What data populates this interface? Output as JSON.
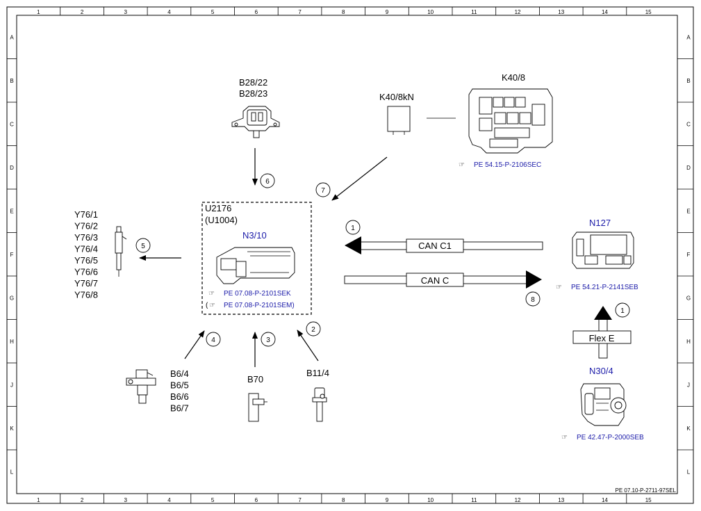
{
  "grid": {
    "columns": [
      "1",
      "2",
      "3",
      "4",
      "5",
      "6",
      "7",
      "8",
      "9",
      "10",
      "11",
      "12",
      "13",
      "14",
      "15"
    ],
    "rows": [
      "A",
      "B",
      "C",
      "D",
      "E",
      "F",
      "G",
      "H",
      "J",
      "K",
      "L"
    ]
  },
  "components": {
    "b28": {
      "label1": "B28/22",
      "label2": "B28/23"
    },
    "k40_8kn": {
      "label": "K40/8kN"
    },
    "k40_8": {
      "label": "K40/8",
      "ref": "PE 54.15-P-2106SEC"
    },
    "u2176": {
      "label1": "U2176",
      "label2": "(U1004)",
      "name": "N3/10",
      "ref1": "PE 07.08-P-2101SEK",
      "ref2": "PE 07.08-P-2101SEM)",
      "ref2_prefix": "("
    },
    "y76": {
      "labels": [
        "Y76/1",
        "Y76/2",
        "Y76/3",
        "Y76/4",
        "Y76/5",
        "Y76/6",
        "Y76/7",
        "Y76/8"
      ]
    },
    "n127": {
      "label": "N127",
      "ref": "PE 54.21-P-2141SEB"
    },
    "n30_4": {
      "label": "N30/4",
      "ref": "PE 42.47-P-2000SEB"
    },
    "b6": {
      "labels": [
        "B6/4",
        "B6/5",
        "B6/6",
        "B6/7"
      ]
    },
    "b70": {
      "label": "B70"
    },
    "b11_4": {
      "label": "B11/4"
    }
  },
  "buses": {
    "can_c1": "CAN C1",
    "can_c": "CAN C",
    "flex_e": "Flex E"
  },
  "markers": {
    "m1a": "1",
    "m1b": "1",
    "m2": "2",
    "m3": "3",
    "m4": "4",
    "m5": "5",
    "m6": "6",
    "m7": "7",
    "m8": "8"
  },
  "footer": {
    "doc_id": "PE 07.10-P-2711-97SEL"
  },
  "colors": {
    "link": "#1a1aa8",
    "line": "#000000"
  }
}
